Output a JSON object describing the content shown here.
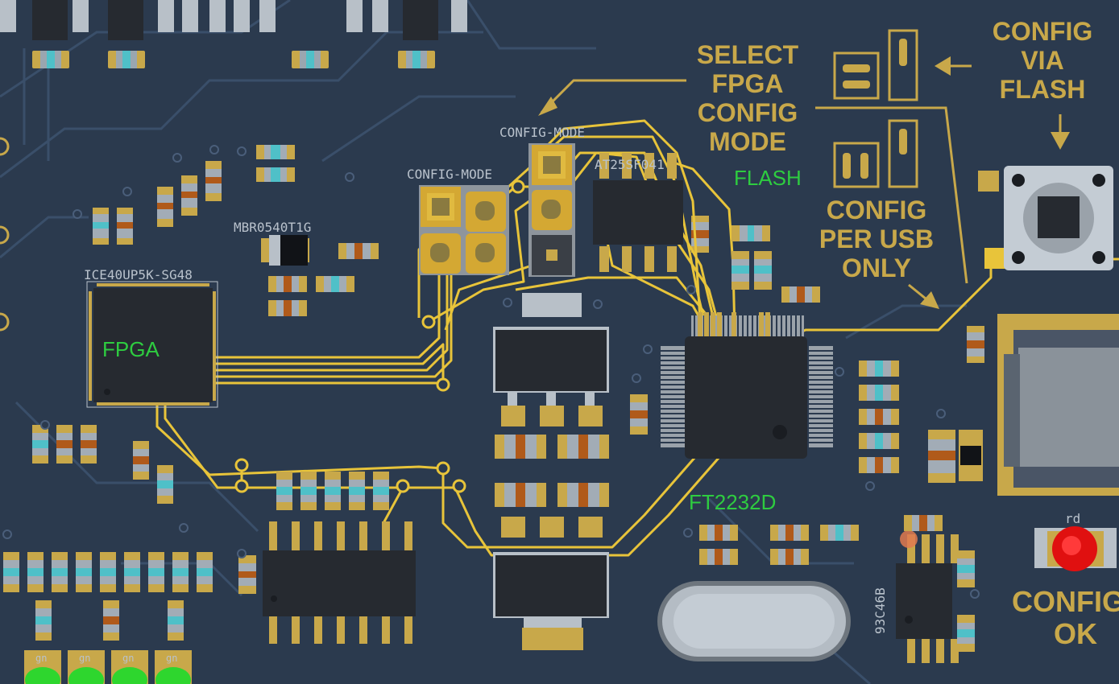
{
  "annotations": {
    "select_mode": [
      "SELECT",
      "FPGA",
      "CONFIG",
      "MODE"
    ],
    "config_via_flash": [
      "CONFIG",
      "VIA",
      "FLASH"
    ],
    "config_per_usb": [
      "CONFIG",
      "PER USB",
      "ONLY"
    ],
    "config_ok": [
      "CONFIG",
      "OK"
    ]
  },
  "components": {
    "fpga_part": "ICE40UP5K-SG48",
    "fpga_label": "FPGA",
    "flash_part": "AT25SF041",
    "flash_label": "FLASH",
    "usb_chip_label": "FT2232D",
    "diode_part": "MBR0540T1G",
    "eeprom_part": "93C46B",
    "jumper_label_1": "CONFIG-MODE",
    "jumper_label_2": "CONFIG-MODE",
    "led_color": "rd",
    "status_led_label": "gn"
  },
  "colors": {
    "board": "#2b3a4e",
    "trace": "#e8c43a",
    "silkscreen": "#c8a84a",
    "pad": "#d4a833",
    "chip": "#262a30",
    "label_green": "#2ecc40",
    "led_red": "#e01010",
    "led_green": "#2ed62e"
  }
}
